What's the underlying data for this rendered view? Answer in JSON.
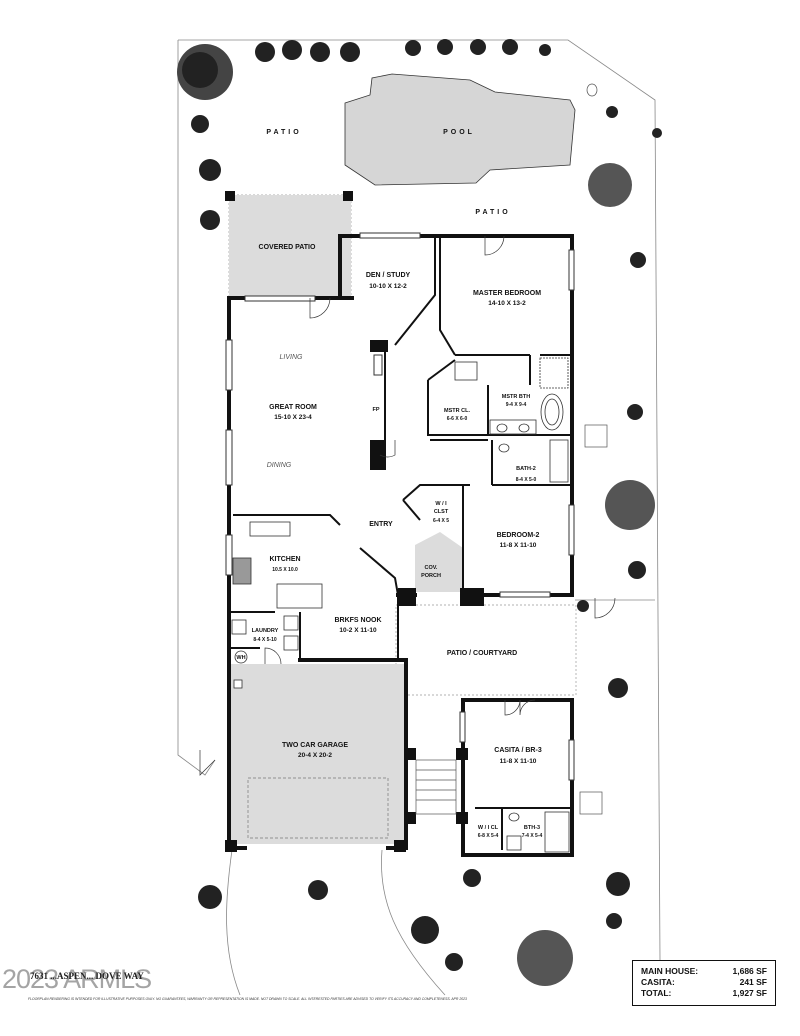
{
  "plan": {
    "rooms": [
      {
        "key": "covered_patio",
        "name": "COVERED PATIO",
        "dims": ""
      },
      {
        "key": "den",
        "name": "DEN / STUDY",
        "dims": "10-10  X 12-2"
      },
      {
        "key": "master_bedroom",
        "name": "MASTER BEDROOM",
        "dims": "14-10  X  13-2"
      },
      {
        "key": "great_room",
        "name": "GREAT ROOM",
        "dims": "15-10  X  23-4"
      },
      {
        "key": "mstr_closet",
        "name": "MSTR CL.",
        "dims": "6-6 X 6-0"
      },
      {
        "key": "mstr_bath",
        "name": "MSTR BTH",
        "dims": "9-4  X  9-4"
      },
      {
        "key": "bath2",
        "name": "BATH-2",
        "dims": "8-4 X 5-0"
      },
      {
        "key": "wi_closet",
        "name": "W / I\nCLST",
        "dims": "6-4 X 5"
      },
      {
        "key": "bedroom2",
        "name": "BEDROOM-2",
        "dims": "11-8  X  11-10"
      },
      {
        "key": "kitchen",
        "name": "KITCHEN",
        "dims": "10.5 X 10.0"
      },
      {
        "key": "cov_porch",
        "name": "COV.\nPORCH",
        "dims": ""
      },
      {
        "key": "brkfs_nook",
        "name": "BRKFS NOOK",
        "dims": "10-2  X  11-10"
      },
      {
        "key": "laundry",
        "name": "LAUNDRY",
        "dims": "8-4 X 5-10"
      },
      {
        "key": "garage",
        "name": "TWO CAR GARAGE",
        "dims": "20-4  X  20-2"
      },
      {
        "key": "casita",
        "name": "CASITA / BR-3",
        "dims": "11-8  X  11-10"
      },
      {
        "key": "casita_wicl",
        "name": "W / I CL",
        "dims": "6-8 X 5-4"
      },
      {
        "key": "casita_bath",
        "name": "BTH-3",
        "dims": "7-4 X 5-4"
      }
    ],
    "labels": {
      "patio_nw": "PATIO",
      "pool": "POOL",
      "patio_east": "PATIO",
      "patio_courtyard": "PATIO / COURTYARD",
      "living": "LIVING",
      "dining": "DINING",
      "entry": "ENTRY",
      "fp": "FP",
      "wh": "WH"
    }
  },
  "summary": [
    {
      "label": "MAIN HOUSE:",
      "value": "1,686 SF"
    },
    {
      "label": "CASITA:",
      "value": "241 SF"
    },
    {
      "label": "TOTAL:",
      "value": "1,927 SF"
    }
  ],
  "address": "7631 ...ASPEN... DOVE WAY",
  "watermark": "2023 ARMLS",
  "disclaimer": "FLOORPLAN RENDERING IS INTENDED FOR ILLUSTRATIVE PURPOSES ONLY. NO GUARANTEES, WARRANTY OR REPRESENTATION IS MADE. NOT DRAWN TO SCALE. ALL INTERESTED PARTIES ARE ADVISED TO VERIFY ITS ACCURACY AND COMPLETENESS. APR 2023"
}
